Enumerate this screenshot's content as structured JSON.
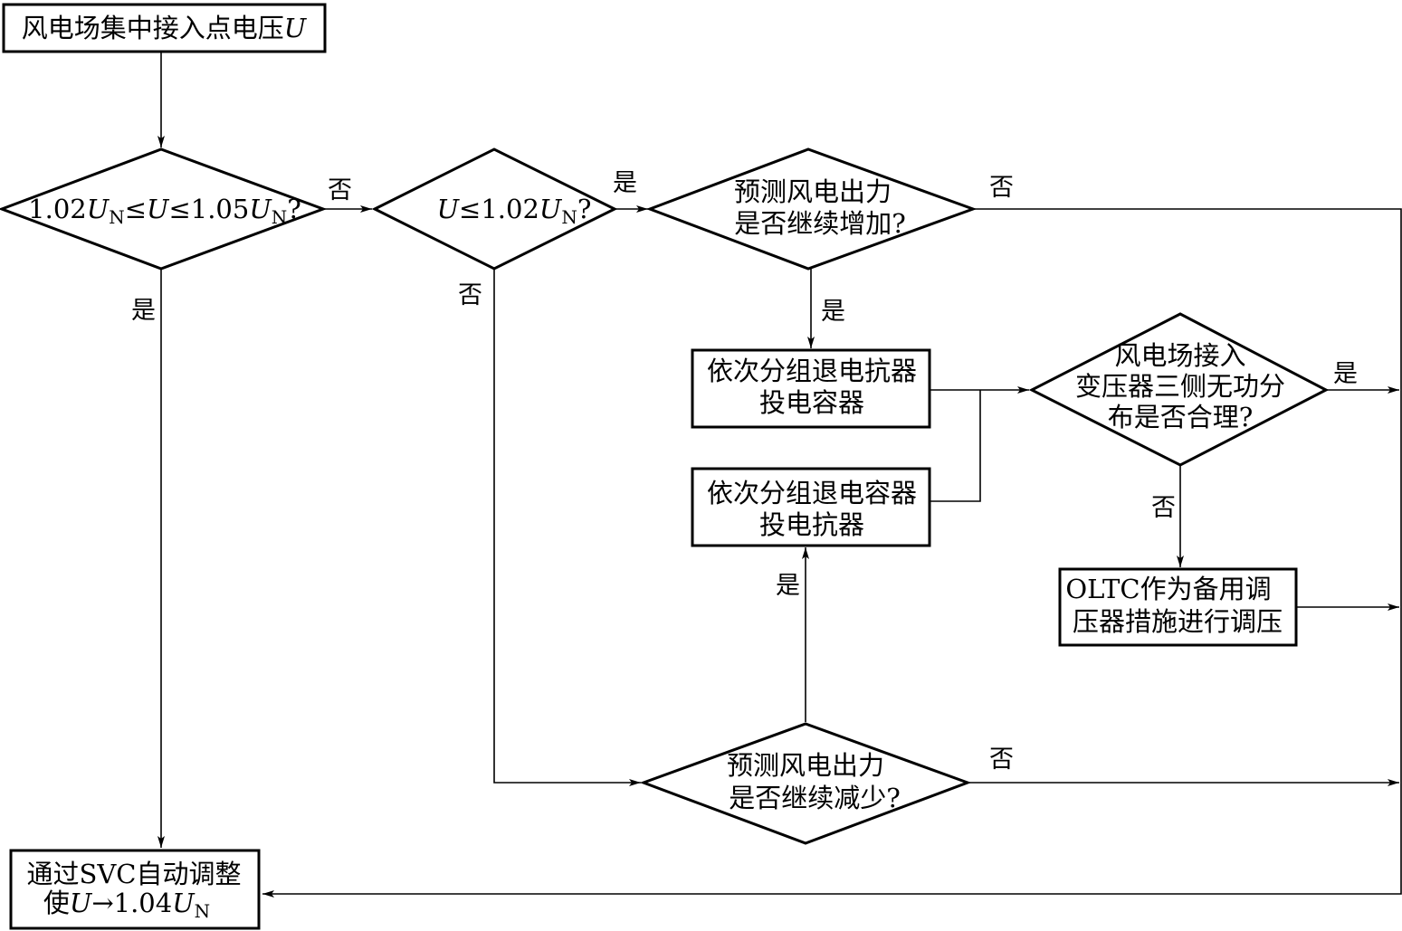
{
  "nodes": {
    "start": {
      "text": "风电场集中接入点电压",
      "var": "U"
    },
    "d1": {
      "a": "1.02",
      "u1": "U",
      "n1": "N",
      "b": "≤",
      "u2": "U",
      "c": "≤1.05",
      "u3": "U",
      "n3": "N",
      "q": "?"
    },
    "d2": {
      "u1": "U",
      "b": "≤1.02",
      "u2": "U",
      "n2": "N",
      "q": "?"
    },
    "d3": {
      "line1": "预测风电出力",
      "line2": "是否继续增加?"
    },
    "p1": {
      "line1": "依次分组退电抗器",
      "line2": "投电容器"
    },
    "p2": {
      "line1": "依次分组退电容器",
      "line2": "投电抗器"
    },
    "d4": {
      "line1": "风电场接入",
      "line2": "变压器三侧无功分",
      "line3": "布是否合理?"
    },
    "p3": {
      "line1": "OLTC作为备用调",
      "line2": "压器措施进行调压"
    },
    "d5": {
      "line1": "预测风电出力",
      "line2": "是否继续减少?"
    },
    "end": {
      "line1": "通过SVC自动调整",
      "pre": "使",
      "u1": "U",
      "arrow": "→",
      "val": "1.04",
      "u2": "U",
      "n2": "N"
    }
  },
  "labels": {
    "d1_no": "否",
    "d1_yes": "是",
    "d2_yes": "是",
    "d2_no": "否",
    "d3_no": "否",
    "d3_yes": "是",
    "d4_yes": "是",
    "d4_no": "否",
    "d5_yes": "是",
    "d5_no": "否"
  },
  "colors": {
    "stroke": "#000000",
    "background": "#ffffff"
  }
}
